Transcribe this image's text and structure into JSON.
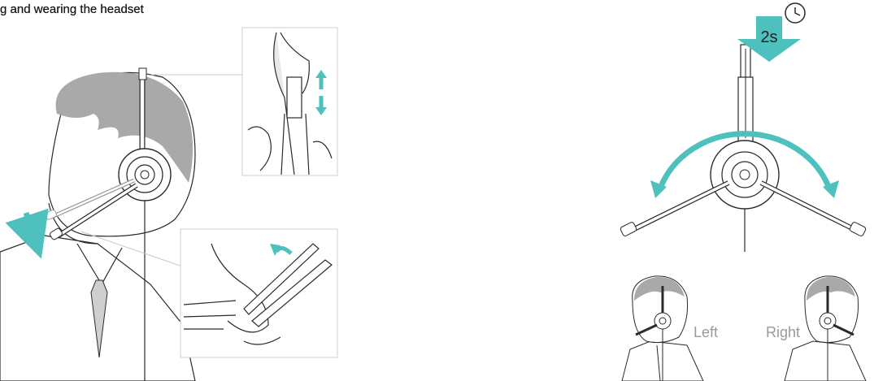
{
  "heading": "g and wearing the headset",
  "timer": {
    "label": "2s"
  },
  "labels": {
    "left": "Left",
    "right": "Right"
  },
  "colors": {
    "accent": "#4ec0bd",
    "hair": "#a9a9a9",
    "line": "#2a2a2a"
  },
  "icons": [
    "clock-icon",
    "down-arrow-icon",
    "rotate-arrow-icon",
    "adjust-arrows-icon",
    "flip-arrow-icon"
  ]
}
